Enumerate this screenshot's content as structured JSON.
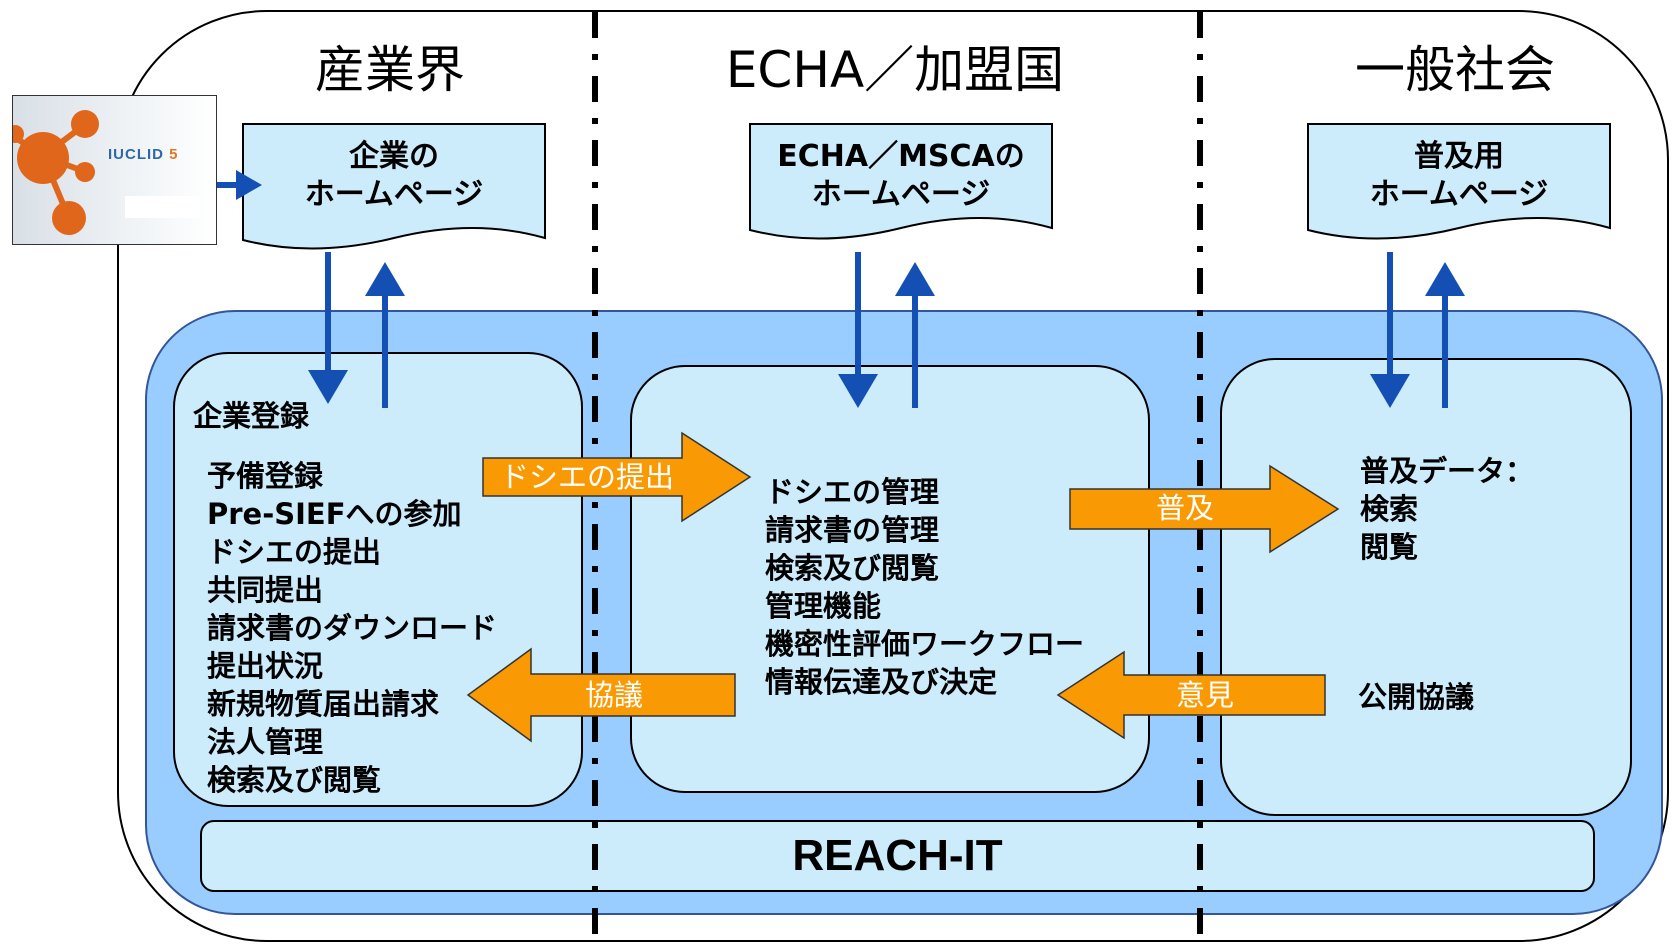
{
  "columns": [
    {
      "heading": "産業界"
    },
    {
      "heading": "ECHA／加盟国"
    },
    {
      "heading": "一般社会"
    }
  ],
  "homepages": [
    {
      "line1": "企業の",
      "line2": "ホームページ"
    },
    {
      "line1": "ECHA／MSCAの",
      "line2": "ホームページ"
    },
    {
      "line1": "普及用",
      "line2": "ホームページ"
    }
  ],
  "logo": {
    "brand": "IUCLID",
    "version": "5"
  },
  "industry_panel": {
    "title": "企業登録",
    "items": [
      "予備登録",
      "Pre-SIEFへの参加",
      "ドシエの提出",
      "共同提出",
      "請求書のダウンロード",
      "提出状況",
      "新規物質届出請求",
      "法人管理",
      "検索及び閲覧"
    ]
  },
  "echa_panel": {
    "items": [
      "ドシエの管理",
      "請求書の管理",
      "検索及び閲覧",
      "管理機能",
      "機密性評価ワークフロー",
      "情報伝達及び決定"
    ]
  },
  "public_panel": {
    "data_title": "普及データ：",
    "data_items": [
      "検索",
      "閲覧"
    ],
    "consultation": "公開協議"
  },
  "flow_arrows": {
    "dossier_submit": "ドシエの提出",
    "consultation": "協議",
    "dissemination": "普及",
    "opinion": "意見"
  },
  "system_bar": {
    "label": "REACH-IT"
  },
  "colors": {
    "arrow_orange": "#f99a04",
    "arrow_blue": "#1450b4",
    "band_blue": "#99ccff",
    "panel_blue": "#ccecfc"
  }
}
